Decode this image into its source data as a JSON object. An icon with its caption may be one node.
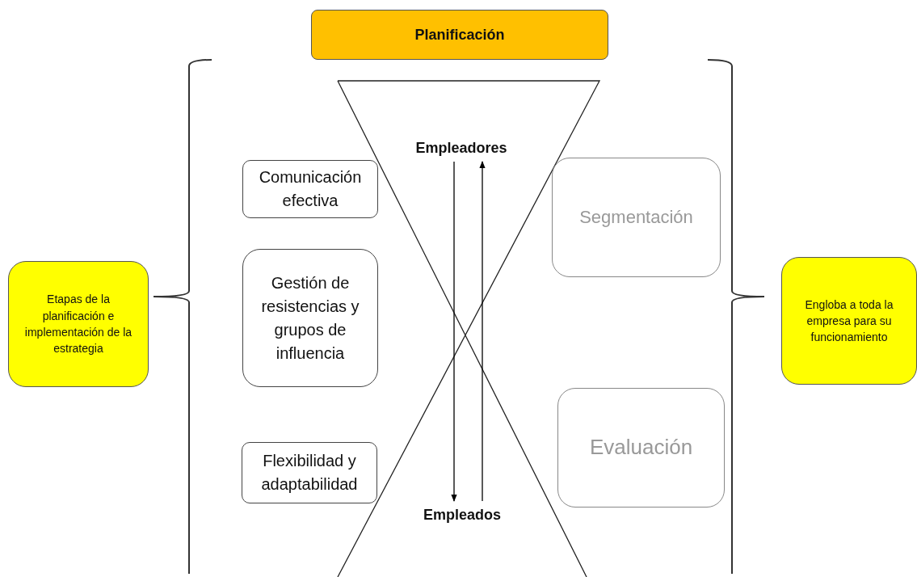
{
  "diagram": {
    "nodes": [
      {
        "text": [
          "Planificación"
        ]
      },
      {
        "text": [
          "Etapas de la planificación e implementación de la estrategia"
        ]
      },
      {
        "text": [
          "Comunicación efectiva"
        ]
      },
      {
        "text": [
          "Gestión de resistencias y grupos de influencia"
        ]
      },
      {
        "text": [
          "Flexibilidad y adaptabilidad"
        ]
      },
      {
        "text": [
          "Empleadores"
        ]
      },
      {
        "text": [
          "Empleados"
        ]
      },
      {
        "text": [
          "Segmentación"
        ]
      },
      {
        "text": [
          "Evaluación"
        ]
      },
      {
        "text": [
          "Engloba a toda la empresa para su funcionamiento"
        ]
      }
    ],
    "edges": [
      {
        "from": 5,
        "to": 6,
        "arrow": "to"
      },
      {
        "from": 6,
        "to": 5,
        "arrow": "to"
      }
    ]
  }
}
